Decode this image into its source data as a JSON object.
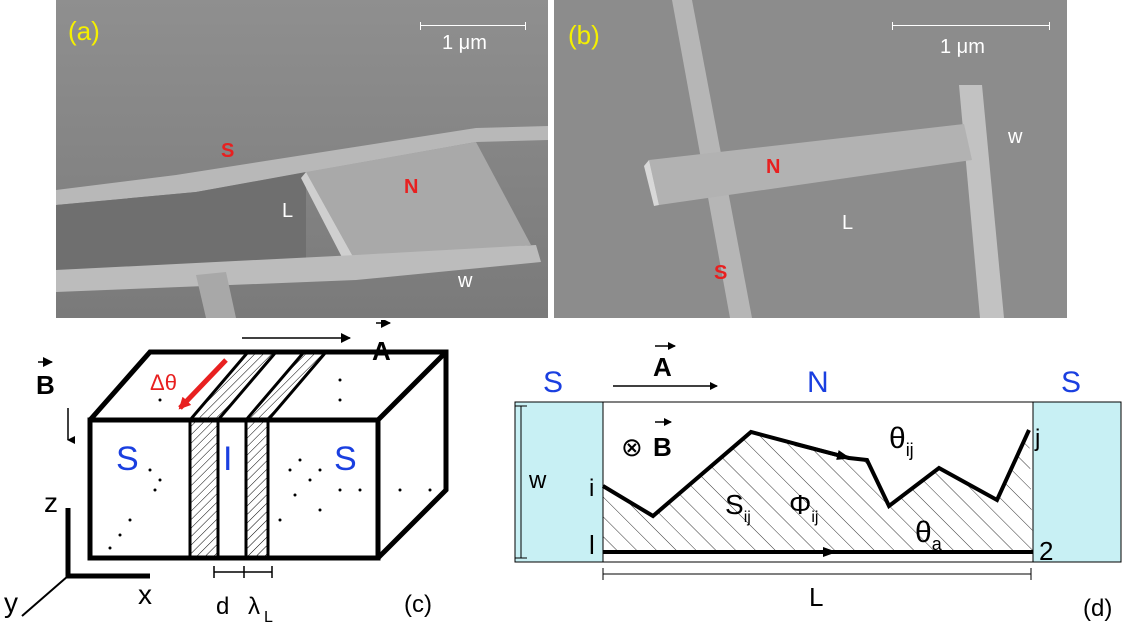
{
  "panel_a": {
    "tag": "(a)",
    "scale": "1 μm",
    "labels": {
      "s": "S",
      "n": "N",
      "l": "L",
      "w": "w"
    }
  },
  "panel_b": {
    "tag": "(b)",
    "scale": "1 μm",
    "labels": {
      "s": "S",
      "n": "N",
      "l": "L",
      "w": "w"
    }
  },
  "panel_c": {
    "tag": "(c)",
    "field_b": "B",
    "vector_a": "A",
    "delta_theta": "Δθ",
    "left_s": "S",
    "insulator": "I",
    "right_s": "S",
    "axis_z": "z",
    "axis_y": "y",
    "axis_x": "x",
    "dim_d": "d",
    "dim_lambda": "λ",
    "dim_lambda_sub": "L"
  },
  "panel_d": {
    "tag": "(d)",
    "left_s": "S",
    "normal": "N",
    "right_s": "S",
    "vector_a": "A",
    "field_b": "B",
    "otimes": "⊗",
    "width": "w",
    "length": "L",
    "pt_i": "i",
    "pt_j": "j",
    "pt_1": "l",
    "pt_2": "2",
    "theta": "θ",
    "theta_sub": "ij",
    "s_label": "S",
    "s_sub": "ij",
    "phi": "Φ",
    "phi_sub": "ij",
    "theta_a": "θ",
    "theta_a_sub": "a"
  },
  "colors": {
    "sem_bg": "#8a8a8a",
    "label_yellow": "#f5f000",
    "label_red": "#e82020",
    "s_blue": "#1a3fe0",
    "lead_fill": "#c8f0f4"
  }
}
